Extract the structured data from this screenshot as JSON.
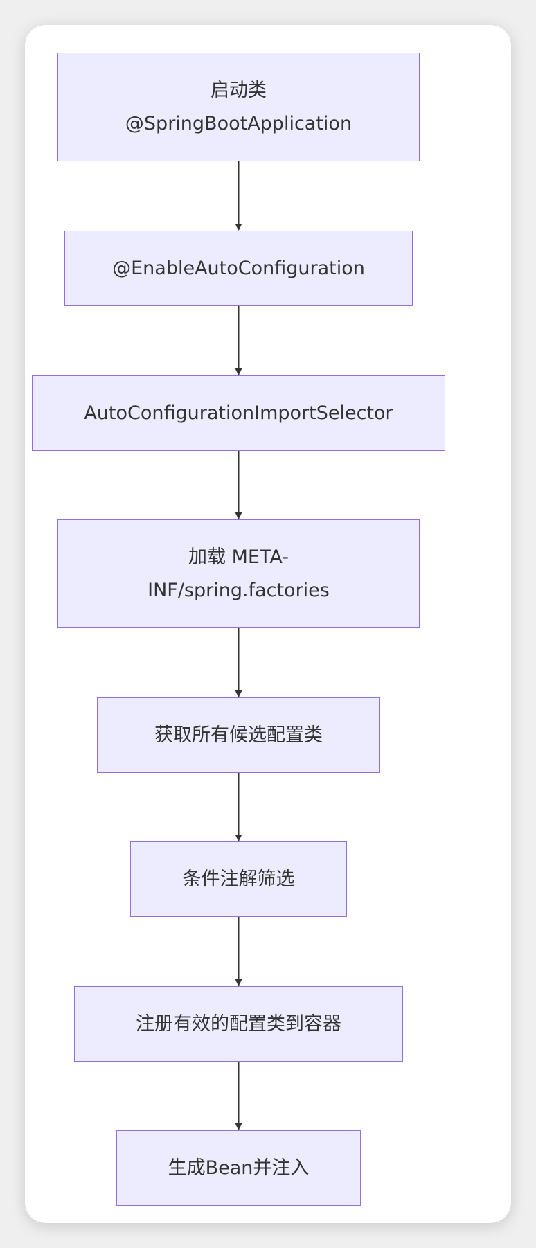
{
  "flowchart": {
    "nodes": [
      {
        "id": "startup-class",
        "lines": [
          "启动类",
          "@SpringBootApplication"
        ]
      },
      {
        "id": "enable-auto-config",
        "lines": [
          "@EnableAutoConfiguration"
        ]
      },
      {
        "id": "import-selector",
        "lines": [
          "AutoConfigurationImportSelector"
        ]
      },
      {
        "id": "load-factories",
        "lines": [
          "加载 META-",
          "INF/spring.factories"
        ]
      },
      {
        "id": "get-candidates",
        "lines": [
          "获取所有候选配置类"
        ]
      },
      {
        "id": "condition-filter",
        "lines": [
          "条件注解筛选"
        ]
      },
      {
        "id": "register-configs",
        "lines": [
          "注册有效的配置类到容器"
        ]
      },
      {
        "id": "create-bean",
        "lines": [
          "生成Bean并注入"
        ]
      }
    ],
    "edges": [
      {
        "from": "startup-class",
        "to": "enable-auto-config"
      },
      {
        "from": "enable-auto-config",
        "to": "import-selector"
      },
      {
        "from": "import-selector",
        "to": "load-factories"
      },
      {
        "from": "load-factories",
        "to": "get-candidates"
      },
      {
        "from": "get-candidates",
        "to": "condition-filter"
      },
      {
        "from": "condition-filter",
        "to": "register-configs"
      },
      {
        "from": "register-configs",
        "to": "create-bean"
      }
    ]
  },
  "colors": {
    "node_fill": "#ececfe",
    "node_border": "#9370db",
    "edge": "#333333",
    "text": "#333333",
    "card": "#ffffff",
    "background": "#efefef"
  }
}
